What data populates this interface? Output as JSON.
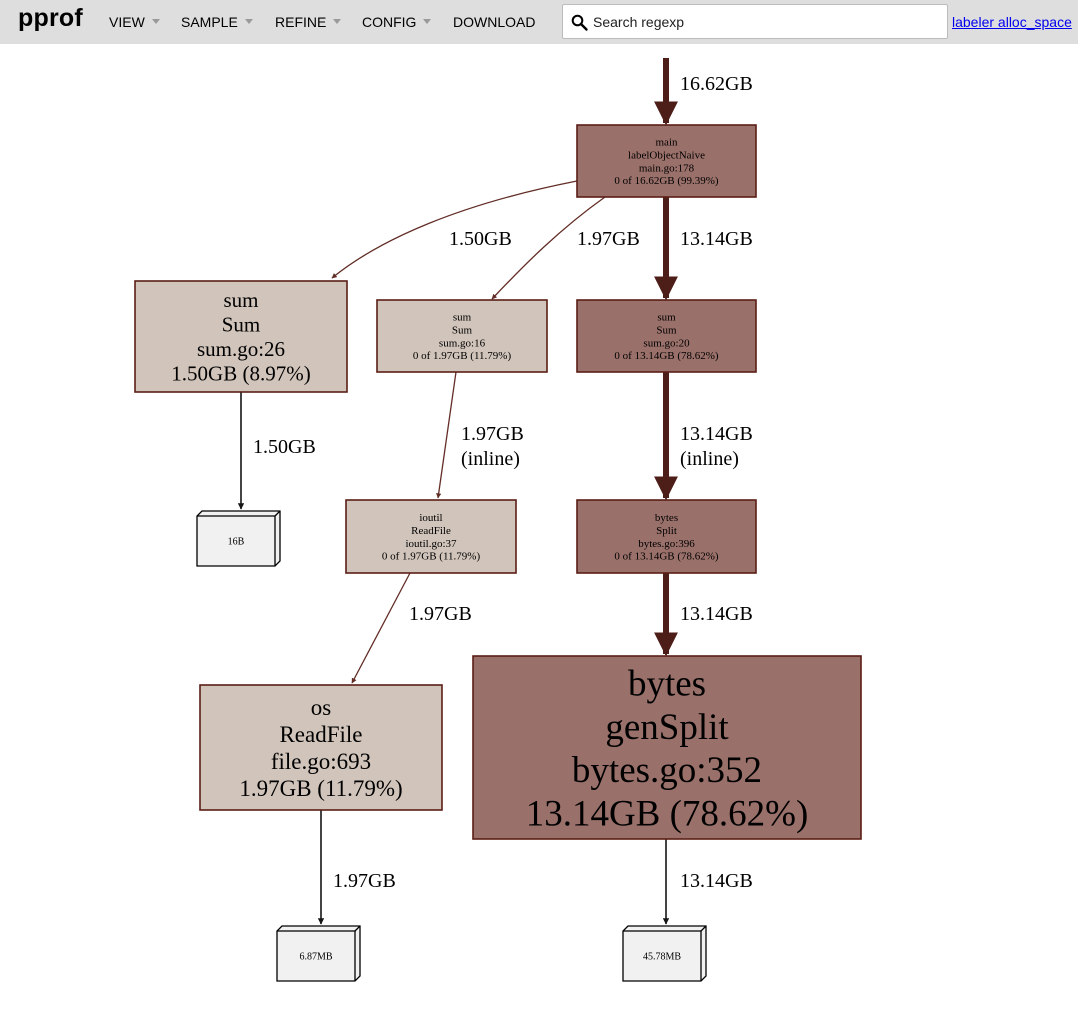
{
  "app": {
    "name": "pprof",
    "menus": [
      "VIEW",
      "SAMPLE",
      "REFINE",
      "CONFIG",
      "DOWNLOAD"
    ],
    "search_placeholder": "Search regexp",
    "profile_title": "labeler alloc_space"
  },
  "graph": {
    "colors": {
      "hot_fill": "#9a706a",
      "cold_fill": "#d1c4bb",
      "node_border": "#5b1e16",
      "edge_hot": "#4d1d18",
      "edge_cold": "#622d26",
      "edge_dark": "#151515",
      "leaf_fill": "#f1f1f1"
    },
    "nodes": {
      "main": {
        "lines": [
          "main",
          "labelObjectNaive",
          "main.go:178",
          "0 of 16.62GB (99.39%)"
        ]
      },
      "sum26": {
        "lines": [
          "sum",
          "Sum",
          "sum.go:26",
          "1.50GB (8.97%)"
        ]
      },
      "sum16": {
        "lines": [
          "sum",
          "Sum",
          "sum.go:16",
          "0 of 1.97GB (11.79%)"
        ]
      },
      "sum20": {
        "lines": [
          "sum",
          "Sum",
          "sum.go:20",
          "0 of 13.14GB (78.62%)"
        ]
      },
      "ioutil": {
        "lines": [
          "ioutil",
          "ReadFile",
          "ioutil.go:37",
          "0 of 1.97GB (11.79%)"
        ]
      },
      "split": {
        "lines": [
          "bytes",
          "Split",
          "bytes.go:396",
          "0 of 13.14GB (78.62%)"
        ]
      },
      "os": {
        "lines": [
          "os",
          "ReadFile",
          "file.go:693",
          "1.97GB (11.79%)"
        ]
      },
      "gensplit": {
        "lines": [
          "bytes",
          "genSplit",
          "bytes.go:352",
          "13.14GB (78.62%)"
        ]
      },
      "leaf16b": {
        "lines": [
          "16B"
        ]
      },
      "leaf687": {
        "lines": [
          "6.87MB"
        ]
      },
      "leaf4578": {
        "lines": [
          "45.78MB"
        ]
      }
    },
    "edges": [
      {
        "id": "root-main",
        "label": [
          "16.62GB"
        ]
      },
      {
        "id": "main-sum26",
        "label": [
          "1.50GB"
        ]
      },
      {
        "id": "main-sum16",
        "label": [
          "1.97GB"
        ]
      },
      {
        "id": "main-sum20",
        "label": [
          "13.14GB"
        ]
      },
      {
        "id": "sum16-ioutil",
        "label": [
          "1.97GB",
          "(inline)"
        ]
      },
      {
        "id": "sum20-split",
        "label": [
          "13.14GB",
          "(inline)"
        ]
      },
      {
        "id": "sum26-leaf16b",
        "label": [
          "1.50GB"
        ]
      },
      {
        "id": "ioutil-os",
        "label": [
          "1.97GB"
        ]
      },
      {
        "id": "split-gensplit",
        "label": [
          "13.14GB"
        ]
      },
      {
        "id": "os-leaf687",
        "label": [
          "1.97GB"
        ]
      },
      {
        "id": "gensplit-leaf4578",
        "label": [
          "13.14GB"
        ]
      }
    ]
  }
}
